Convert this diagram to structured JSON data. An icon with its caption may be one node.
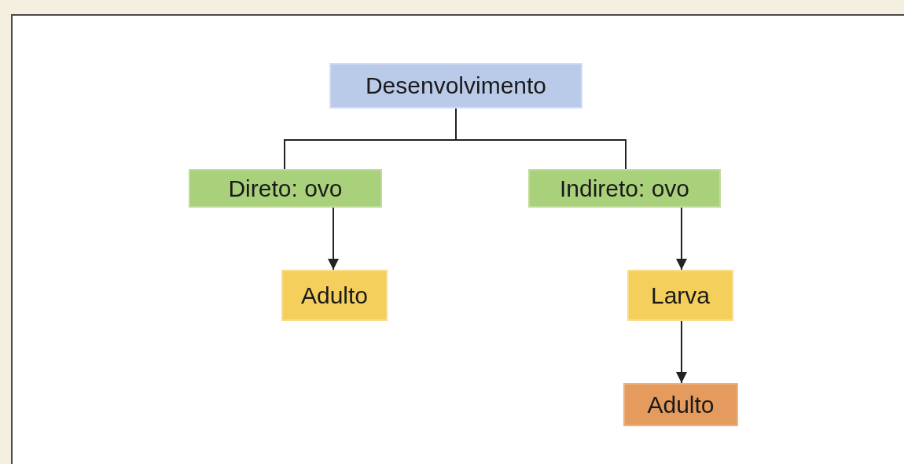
{
  "diagram": {
    "nodes": [
      {
        "text": [
          "Desenvolvimento"
        ]
      },
      {
        "text": [
          "Direto: ovo"
        ]
      },
      {
        "text": [
          "Indireto: ovo"
        ]
      },
      {
        "text": [
          "Adulto"
        ]
      },
      {
        "text": [
          "Larva"
        ]
      },
      {
        "text": [
          "Adulto"
        ]
      }
    ],
    "edges": [
      {
        "from": 0,
        "to": 1,
        "arrow": "none"
      },
      {
        "from": 0,
        "to": 2,
        "arrow": "none"
      },
      {
        "from": 1,
        "to": 3,
        "arrow": "to"
      },
      {
        "from": 2,
        "to": 4,
        "arrow": "to"
      },
      {
        "from": 4,
        "to": 5,
        "arrow": "to"
      }
    ]
  }
}
